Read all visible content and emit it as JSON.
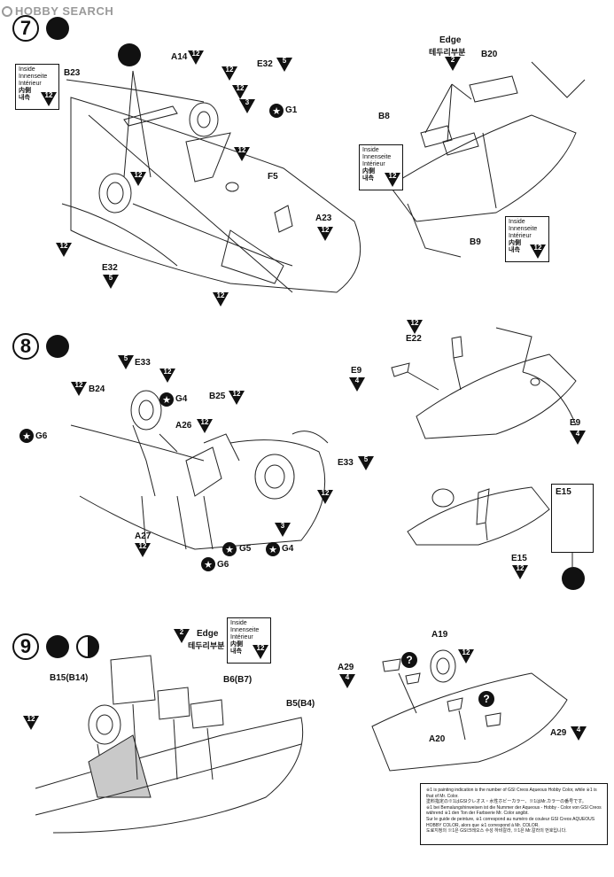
{
  "header": {
    "brand": "HOBBY SEARCH"
  },
  "steps": [
    {
      "number": "7"
    },
    {
      "number": "8"
    },
    {
      "number": "9"
    }
  ],
  "inside_box": {
    "lines": [
      "Inside",
      "Innenseite",
      "Intérieur",
      "内側",
      "내측"
    ],
    "color_code": "12"
  },
  "edge_label": {
    "en": "Edge",
    "ko": "테두리부분",
    "color_code": "2"
  },
  "step7": {
    "parts": {
      "b23": "B23",
      "a14": "A14",
      "a14_color": "12",
      "e32_top": "E32",
      "e32_top_color": "5",
      "g1": "G1",
      "f5": "F5",
      "a23": "A23",
      "a23_color": "12",
      "e32_bottom": "E32",
      "e32_bottom_color": "5",
      "color_3": "3",
      "b8": "B8",
      "b20": "B20",
      "b9": "B9",
      "color_12": "12"
    }
  },
  "step8": {
    "parts": {
      "e33": "E33",
      "e33_color": "5",
      "b24": "B24",
      "g4_top": "G4",
      "g6_left": "G6",
      "b25": "B25",
      "a26": "A26",
      "e33_right": "E33",
      "e33_right_color": "5",
      "a27": "A27",
      "g5": "G5",
      "g4_bottom": "G4",
      "g6_bottom": "G6",
      "color_3": "3",
      "e22": "E22",
      "e9_left": "E9",
      "e9_left_color": "4",
      "e9_right": "E9",
      "e9_right_color": "4",
      "e15_box": "E15",
      "e15": "E15",
      "color_12": "12"
    }
  },
  "step9": {
    "parts": {
      "b15": "B15(B14)",
      "b6": "B6(B7)",
      "b5": "B5(B4)",
      "a19": "A19",
      "a29_left": "A29",
      "a29_left_color": "4",
      "a20": "A20",
      "a29_right": "A29",
      "a29_right_color": "4",
      "color_12": "12"
    }
  },
  "notes": {
    "lines": [
      "※1 is painting indication is the number of GSI Creos Aqueous Hobby Color, while ※1 is",
      "that of Mr. Color.",
      "塗料指定の※1はGSIクレオス・水性ホビーカラー、※1はMr.カラーの番号です。",
      "※1 bei Bemalungshinweisen ist die Nummer der Aqueous - Hobby - Color von GSI Creos",
      "während ※1 den Ton der Farbserie Mr. Color angibt.",
      "Sur le guide de peinture, ※1 correspond au numéro de couleur GSI Creos AQUEOUS",
      "HOBBY COLOR, alors que ※1 correspond à Mr. COLOR.",
      "도료지정의 ※1은 GSI크레오스 수성 하비칼라, ※1은 Mr.칼라의 번호입니다."
    ]
  }
}
